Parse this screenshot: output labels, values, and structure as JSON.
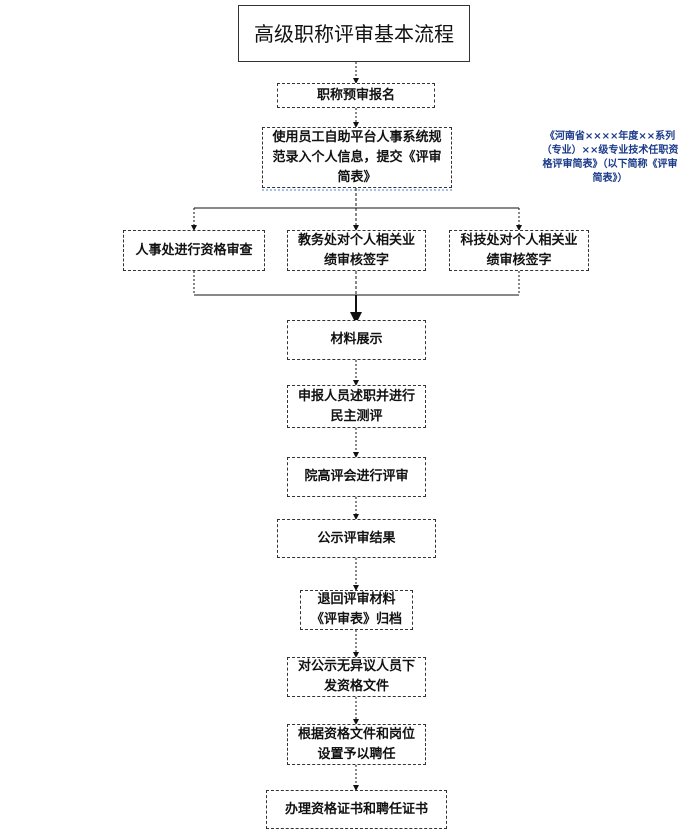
{
  "title": "高级职称评审基本流程",
  "steps": {
    "s1": "职称预审报名",
    "s2": "使用员工自助平台人事系统规范录入个人信息，提交《评审简表》",
    "b1": "人事处进行资格审查",
    "b2": "教务处对个人相关业绩审核签字",
    "b3": "科技处对个人相关业绩审核签字",
    "s3": "材料展示",
    "s4": "申报人员述职并进行民主测评",
    "s5": "院高评会进行评审",
    "s6": "公示评审结果",
    "s7": "退回评审材料《评审表》归档",
    "s8": "对公示无异议人员下发资格文件",
    "s9": "根据资格文件和岗位设置予以聘任",
    "s10": "办理资格证书和聘任证书"
  },
  "note": "《河南省××××年度××系列（专业）××级专业技术任职资格评审简表》（以下简称《评审简表》）"
}
